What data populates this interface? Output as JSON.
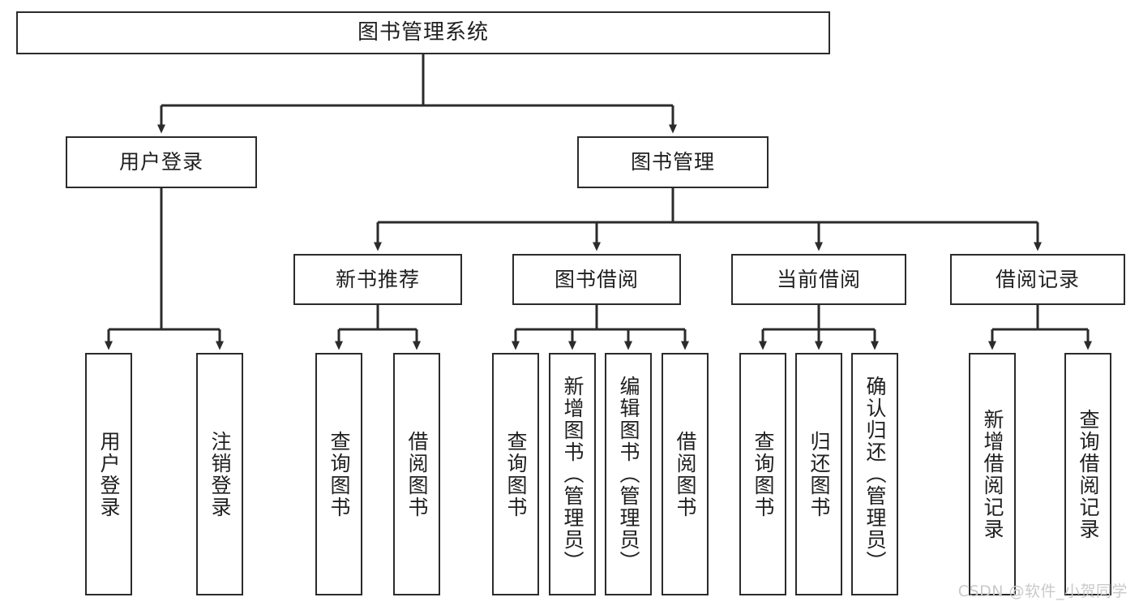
{
  "diagram": {
    "title": "图书管理系统",
    "type": "tree",
    "root": {
      "label": "图书管理系统"
    },
    "level2": [
      {
        "label": "用户登录"
      },
      {
        "label": "图书管理"
      }
    ],
    "level3": [
      {
        "label": "新书推荐"
      },
      {
        "label": "图书借阅"
      },
      {
        "label": "当前借阅"
      },
      {
        "label": "借阅记录"
      }
    ],
    "leaves": {
      "user_login": [
        {
          "label": "用户登录"
        },
        {
          "label": "注销登录"
        }
      ],
      "new_book_recommend": [
        {
          "label": "查询图书"
        },
        {
          "label": "借阅图书"
        }
      ],
      "book_borrow": [
        {
          "label": "查询图书"
        },
        {
          "label": "新增图书（管理员）"
        },
        {
          "label": "编辑图书（管理员）"
        },
        {
          "label": "借阅图书"
        }
      ],
      "current_borrow": [
        {
          "label": "查询图书"
        },
        {
          "label": "归还图书"
        },
        {
          "label": "确认归还（管理员）"
        }
      ],
      "borrow_record": [
        {
          "label": "新增借阅记录"
        },
        {
          "label": "查询借阅记录"
        }
      ]
    }
  },
  "watermark": {
    "text": "CSDN @软件_小贺同学"
  },
  "colors": {
    "box_border": "#2b2b2b",
    "box_fill": "#ffffff",
    "line": "#2b2b2b",
    "text": "#1f1f1f",
    "watermark": "#c9c9c9"
  }
}
